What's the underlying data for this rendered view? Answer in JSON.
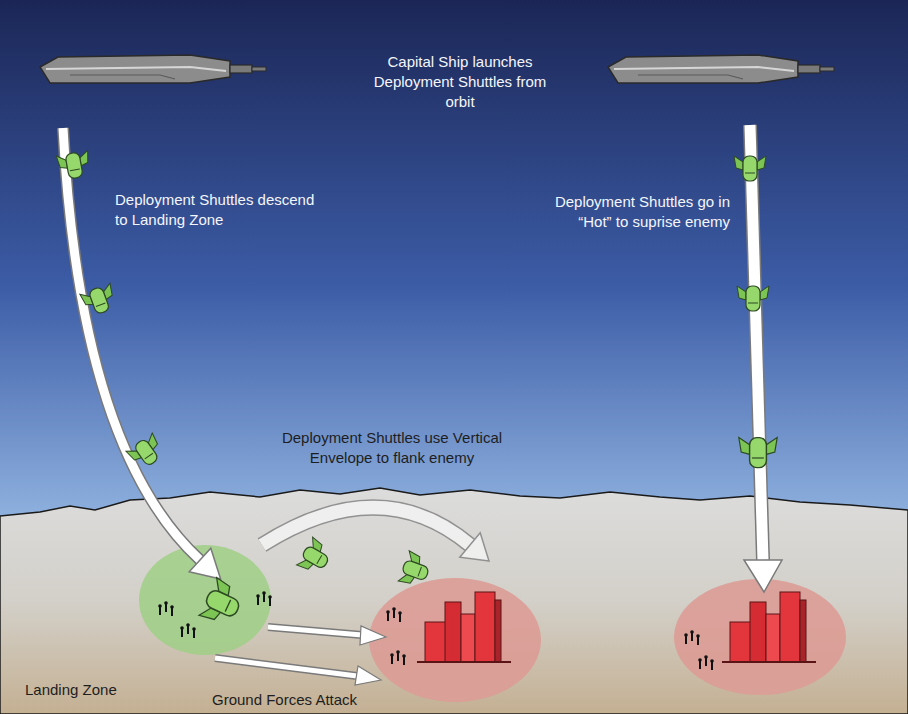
{
  "diagram": {
    "labels": [
      "Capital Ship launches Deployment Shuttles from orbit",
      "Deployment Shuttles descend to Landing Zone",
      "Deployment Shuttles go in “Hot” to suprise enemy",
      "Deployment Shuttles use Vertical Envelope to flank enemy",
      "Landing Zone",
      "Ground Forces Attack"
    ]
  }
}
